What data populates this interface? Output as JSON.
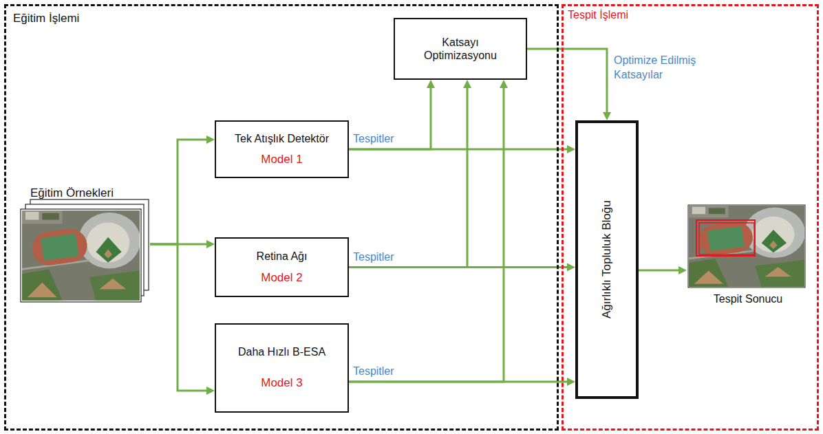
{
  "diagram": {
    "nodes": [
      {
        "text": [
          "Eğitim İşlemi"
        ]
      },
      {
        "text": [
          "Tespit İşlemi"
        ]
      },
      {
        "text": [
          "Eğitim Örnekleri"
        ],
        "in": 0
      },
      {
        "text": [
          "Katsayı Optimizasyonu"
        ],
        "in": 0
      },
      {
        "text": [
          "Tek Atışlık Detektör",
          "Model 1"
        ],
        "in": 0
      },
      {
        "text": [
          "Retina Ağı",
          "Model 2"
        ],
        "in": 0
      },
      {
        "text": [
          "Daha Hızlı B-ESA",
          "Model 3"
        ],
        "in": 0
      },
      {
        "text": [
          "Ağırlıklı Topluluk Bloğu"
        ],
        "in": 1
      },
      {
        "text": [
          "Tespit Sonucu"
        ],
        "in": 1
      }
    ],
    "edges": [
      {
        "from": 2,
        "to": 4,
        "arrow": "to"
      },
      {
        "from": 2,
        "to": 5,
        "arrow": "to"
      },
      {
        "from": 2,
        "to": 6,
        "arrow": "to"
      },
      {
        "from": 4,
        "to": 3,
        "arrow": "to"
      },
      {
        "from": 5,
        "to": 3,
        "arrow": "to"
      },
      {
        "from": 6,
        "to": 3,
        "arrow": "to"
      },
      {
        "from": 4,
        "to": 7,
        "label": "Tespitler",
        "arrow": "to"
      },
      {
        "from": 5,
        "to": 7,
        "label": "Tespitler",
        "arrow": "to"
      },
      {
        "from": 6,
        "to": 7,
        "label": "Tespitler",
        "arrow": "to"
      },
      {
        "from": 3,
        "to": 7,
        "label": "Optimize Edilmiş Katsayılar",
        "arrow": "to"
      },
      {
        "from": 7,
        "to": 8,
        "arrow": "to"
      }
    ]
  }
}
